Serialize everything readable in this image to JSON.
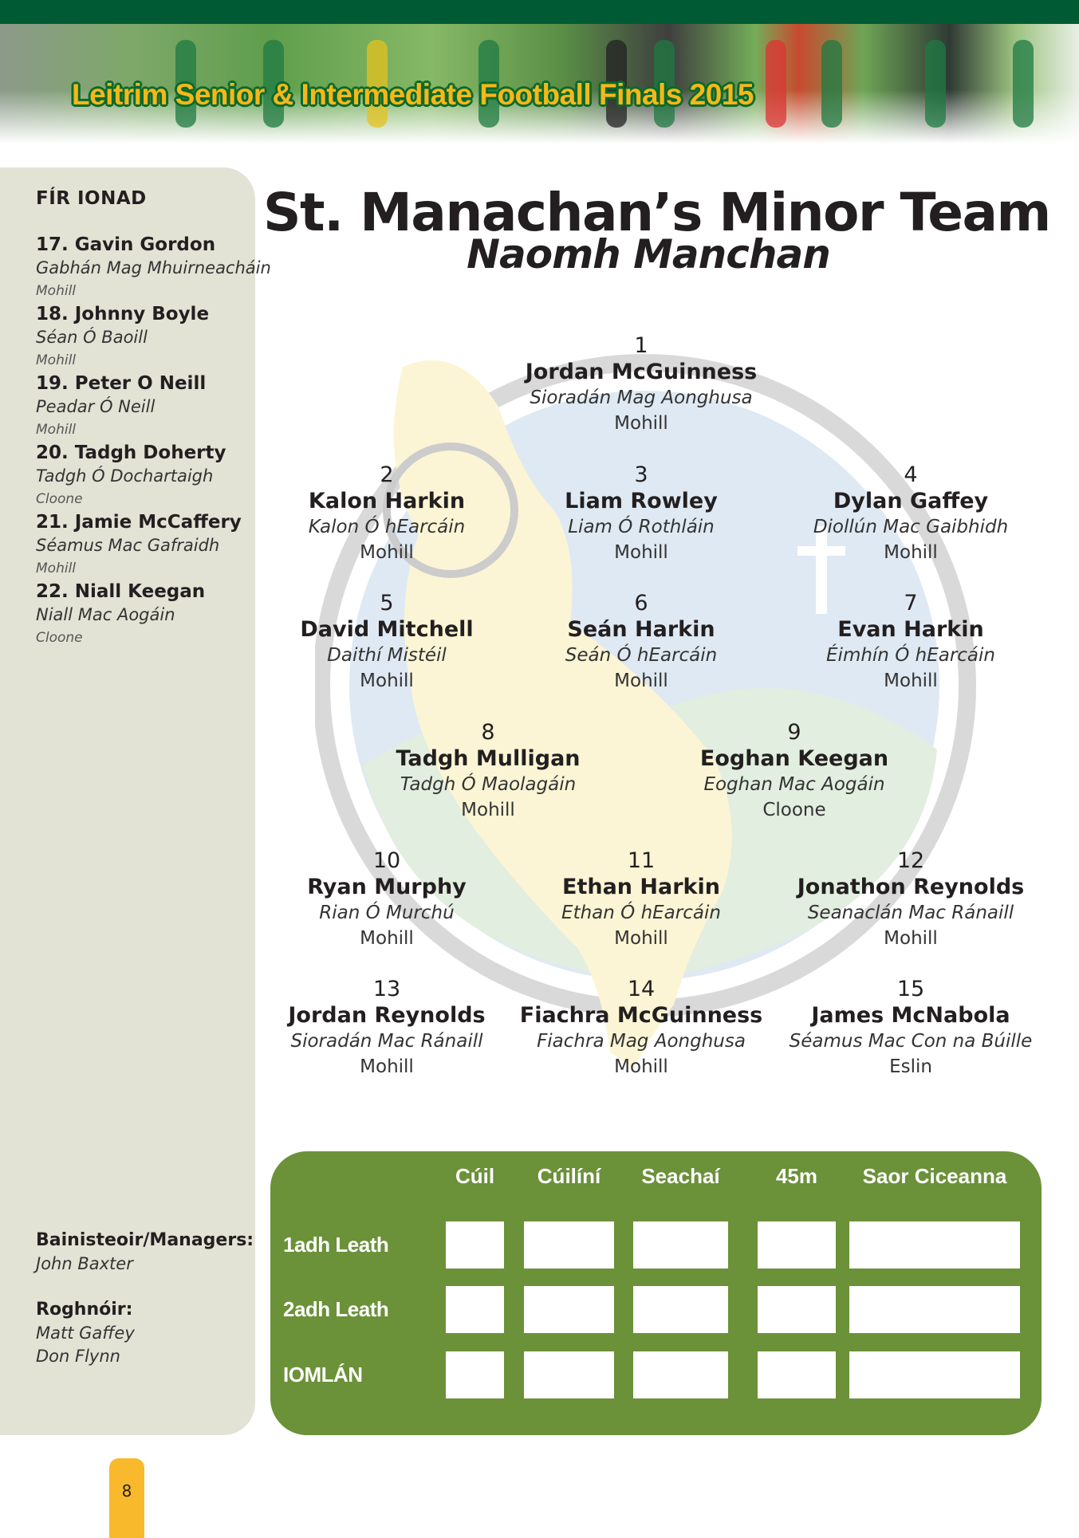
{
  "header": {
    "banner_title": "Leitrim Senior & Intermediate Football Finals 2015"
  },
  "colors": {
    "dark_green": "#005a33",
    "scoreboard_green": "#6b9139",
    "banner_yellow": "#f7b718",
    "sidebar_bg": "#e2e3d5",
    "tab_yellow": "#f9b92c"
  },
  "sidebar": {
    "title": "FÍR IONAD",
    "subs": [
      {
        "name": "17. Gavin Gordon",
        "irish": "Gabhán Mag Mhuirneacháin",
        "club": "Mohill"
      },
      {
        "name": "18. Johnny Boyle",
        "irish": "Séan Ó Baoill",
        "club": "Mohill"
      },
      {
        "name": "19. Peter O Neill",
        "irish": "Peadar Ó Neill",
        "club": "Mohill"
      },
      {
        "name": "20. Tadgh Doherty",
        "irish": "Tadgh Ó Dochartaigh",
        "club": "Cloone"
      },
      {
        "name": "21. Jamie McCaffery",
        "irish": "Séamus Mac Gafraidh",
        "club": "Mohill"
      },
      {
        "name": "22. Niall Keegan",
        "irish": "Niall Mac Aogáin",
        "club": "Cloone"
      }
    ],
    "managers_label": "Bainisteoir/Managers:",
    "managers": [
      "John Baxter"
    ],
    "selectors_label": "Roghnóir:",
    "selectors": [
      "Matt Gaffey",
      "Don Flynn"
    ]
  },
  "main": {
    "title": "St. Manachan’s Minor Team",
    "subtitle": "Naomh Manchan",
    "players": [
      {
        "num": "1",
        "name": "Jordan McGuinness",
        "irish": "Sioradán  Mag Aonghusa",
        "club": "Mohill"
      },
      {
        "num": "2",
        "name": "Kalon Harkin",
        "irish": "Kalon Ó hEarcáin",
        "club": "Mohill"
      },
      {
        "num": "3",
        "name": "Liam Rowley",
        "irish": "Liam Ó Rothláin",
        "club": "Mohill"
      },
      {
        "num": "4",
        "name": "Dylan Gaffey",
        "irish": "Diollún Mac Gaibhidh",
        "club": "Mohill"
      },
      {
        "num": "5",
        "name": "David Mitchell",
        "irish": "Daithí Mistéil",
        "club": "Mohill"
      },
      {
        "num": "6",
        "name": "Seán Harkin",
        "irish": "Seán Ó hEarcáin",
        "club": "Mohill"
      },
      {
        "num": "7",
        "name": "Evan Harkin",
        "irish": "Éimhín Ó hEarcáin",
        "club": "Mohill"
      },
      {
        "num": "8",
        "name": "Tadgh Mulligan",
        "irish": "Tadgh Ó Maolagáin",
        "club": "Mohill"
      },
      {
        "num": "9",
        "name": "Eoghan Keegan",
        "irish": "Eoghan Mac Aogáin",
        "club": "Cloone"
      },
      {
        "num": "10",
        "name": "Ryan Murphy",
        "irish": "Rian Ó Murchú",
        "club": "Mohill"
      },
      {
        "num": "11",
        "name": "Ethan Harkin",
        "irish": "Ethan Ó hEarcáin",
        "club": "Mohill"
      },
      {
        "num": "12",
        "name": "Jonathon Reynolds",
        "irish": "Seanaclán Mac Ránaill",
        "club": "Mohill"
      },
      {
        "num": "13",
        "name": "Jordan Reynolds",
        "irish": "Sioradán Mac Ránaill",
        "club": "Mohill"
      },
      {
        "num": "14",
        "name": "Fiachra McGuinness",
        "irish": "Fiachra Mag Aonghusa",
        "club": "Mohill"
      },
      {
        "num": "15",
        "name": "James McNabola",
        "irish": "Séamus Mac Con na Búille",
        "club": "Eslin"
      }
    ]
  },
  "scoreboard": {
    "columns": [
      "Cúil",
      "Cúilíní",
      "Seachaí",
      "45m",
      "Saor Ciceanna"
    ],
    "rows": [
      "1adh Leath",
      "2adh Leath",
      "IOMLÁN"
    ]
  },
  "page_number": "8"
}
